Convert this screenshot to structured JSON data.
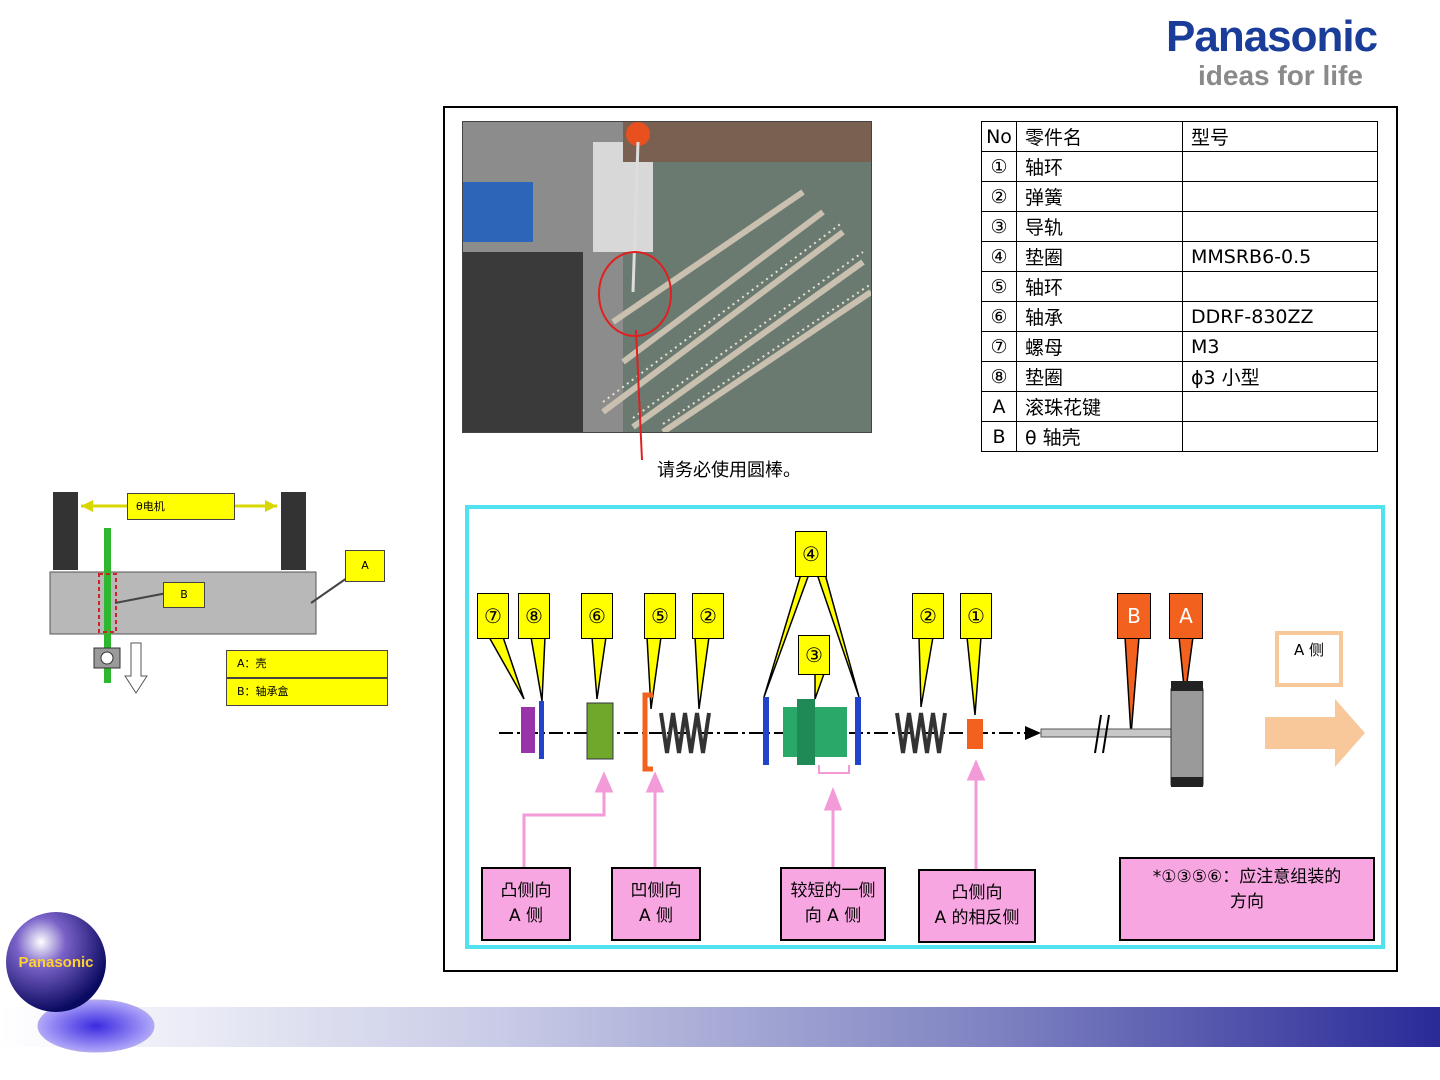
{
  "brand": {
    "name": "Panasonic",
    "slogan": "ideas for life",
    "globe_label": "Panasonic"
  },
  "photo": {
    "caption": "请务必使用圆棒。"
  },
  "parts_table": {
    "headers": [
      "No",
      "零件名",
      "型号"
    ],
    "rows": [
      {
        "no": "①",
        "name": "轴环",
        "model": ""
      },
      {
        "no": "②",
        "name": "弹簧",
        "model": ""
      },
      {
        "no": "③",
        "name": "导轨",
        "model": ""
      },
      {
        "no": "④",
        "name": "垫圈",
        "model": "MMSRB6-0.5"
      },
      {
        "no": "⑤",
        "name": "轴环",
        "model": ""
      },
      {
        "no": "⑥",
        "name": "轴承",
        "model": "DDRF-830ZZ"
      },
      {
        "no": "⑦",
        "name": "螺母",
        "model": "M3"
      },
      {
        "no": "⑧",
        "name": "垫圈",
        "model": "ϕ3 小型"
      },
      {
        "no": "A",
        "name": "滚珠花键",
        "model": ""
      },
      {
        "no": "B",
        "name": "θ 轴壳",
        "model": ""
      }
    ]
  },
  "left_diagram": {
    "motor_label": "θ电机",
    "callout_a": "A",
    "callout_b": "B",
    "legend_a": "A：壳",
    "legend_b": "B：轴承盒"
  },
  "assembly": {
    "callouts": {
      "c7": "⑦",
      "c8": "⑧",
      "c6": "⑥",
      "c5": "⑤",
      "c2a": "②",
      "c4": "④",
      "c3": "③",
      "c2b": "②",
      "c1": "①",
      "cB": "B",
      "cA": "A"
    },
    "side_label": "A 侧",
    "notes": {
      "n1": [
        "凸侧向",
        "A 侧"
      ],
      "n2": [
        "凹侧向",
        "A 侧"
      ],
      "n3": [
        "较短的一侧",
        "向 A 侧"
      ],
      "n4": [
        "凸侧向",
        "A 的相反侧"
      ],
      "n5": [
        "*①③⑤⑥：应注意组装的",
        "方向"
      ]
    }
  },
  "colors": {
    "brand_blue": "#1b3d9a",
    "cyan_border": "#4ee3ee",
    "note_pink": "#f8a6e2",
    "callout_yellow": "#ffff00",
    "callout_orange": "#f2611d"
  }
}
